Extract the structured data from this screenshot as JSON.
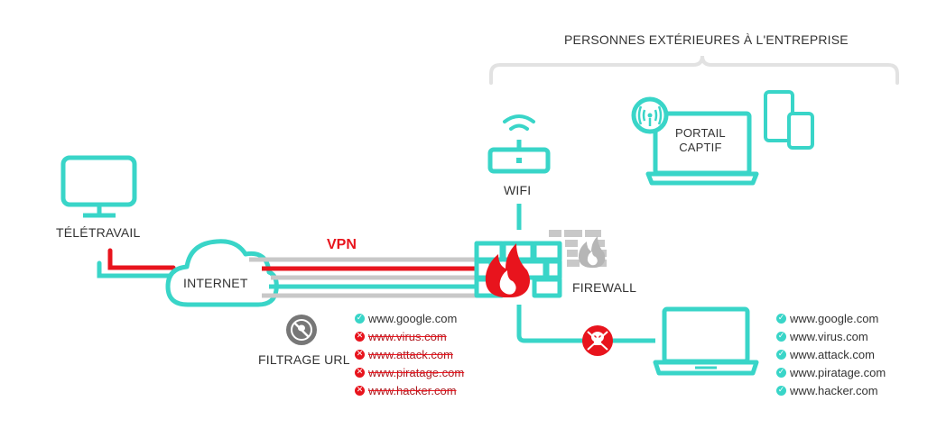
{
  "diagram": {
    "labels": {
      "external_people": "PERSONNES EXTÉRIEURES À L'ENTREPRISE",
      "telework": "TÉLÉTRAVAIL",
      "internet": "INTERNET",
      "vpn": "VPN",
      "wifi": "WIFI",
      "firewall": "FIREWALL",
      "url_filtering": "FILTRAGE URL",
      "captive_portal": "PORTAIL\nCAPTIF"
    },
    "filtered_urls": [
      {
        "url": "www.google.com",
        "status": "allowed"
      },
      {
        "url": "www.virus.com",
        "status": "blocked"
      },
      {
        "url": "www.attack.com",
        "status": "blocked"
      },
      {
        "url": "www.piratage.com",
        "status": "blocked"
      },
      {
        "url": "www.hacker.com",
        "status": "blocked"
      }
    ],
    "unfiltered_urls": [
      {
        "url": "www.google.com",
        "status": "allowed"
      },
      {
        "url": "www.virus.com",
        "status": "allowed"
      },
      {
        "url": "www.attack.com",
        "status": "allowed"
      },
      {
        "url": "www.piratage.com",
        "status": "allowed"
      },
      {
        "url": "www.hacker.com",
        "status": "allowed"
      }
    ],
    "icons": [
      "monitor-icon",
      "cloud-icon",
      "wifi-router-icon",
      "firewall-icon",
      "laptop-icon",
      "phone-icon",
      "tablet-icon",
      "skull-icon",
      "wifi-signal-icon",
      "check-icon",
      "cross-icon"
    ],
    "colors": {
      "accent": "#39d5c8",
      "danger": "#e8141d",
      "grey": "#c8c8c8",
      "text": "#333333"
    }
  }
}
